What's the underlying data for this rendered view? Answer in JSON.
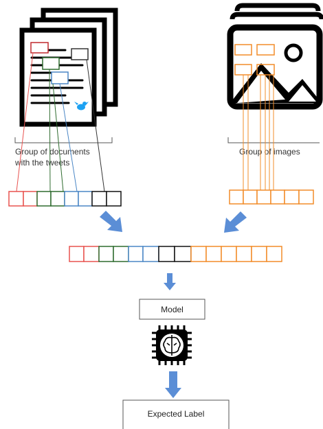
{
  "labels": {
    "documents_line1": "Group of  documents",
    "documents_line2": "with the tweets",
    "images": "Group of  images",
    "model": "Model",
    "expected_label": "Expected Label"
  },
  "colors": {
    "red": "#e8524f",
    "green": "#2e6b2e",
    "blue": "#4a86c5",
    "black": "#111111",
    "orange": "#f28c28",
    "arrow": "#5b8ed6",
    "twitter": "#1da1f2"
  },
  "icons": [
    "documents-stack-icon",
    "twitter-icon",
    "image-stack-icon",
    "ai-chip-icon",
    "down-arrow-icon"
  ]
}
